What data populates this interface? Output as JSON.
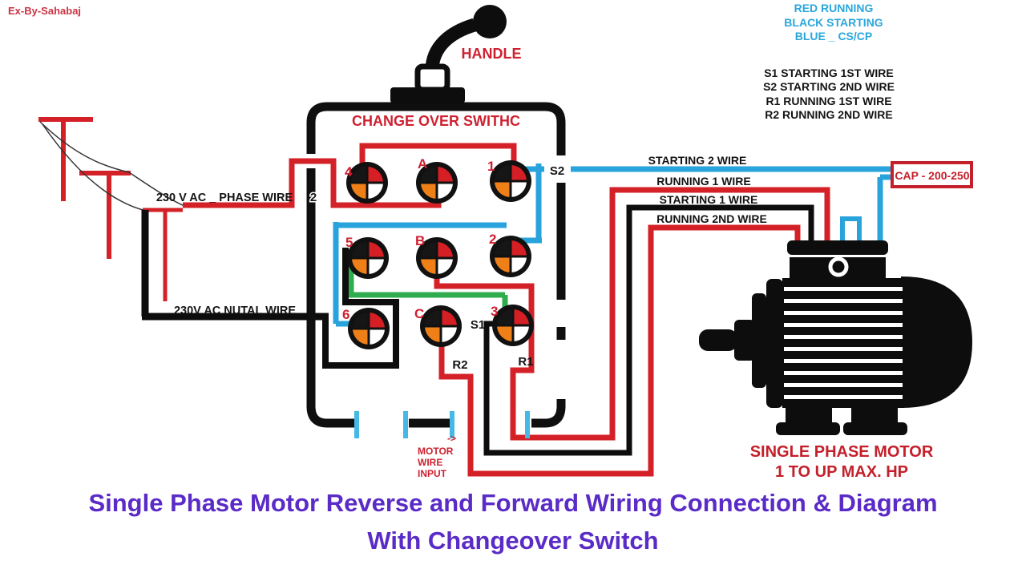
{
  "watermark": "Ex-By-Sahabaj",
  "color_legend": [
    "RED RUNNING",
    "BLACK STARTING",
    "BLUE _ CS/CP"
  ],
  "wire_legend": [
    "S1 STARTING 1ST WIRE",
    "S2 STARTING 2ND WIRE",
    "R1 RUNNING 1ST WIRE",
    "R2 RUNNING 2ND WIRE"
  ],
  "switch": {
    "handle_label": "HANDLE",
    "name": "CHANGE OVER SWITHC",
    "terminals": [
      "4",
      "A",
      "1",
      "5",
      "B",
      "2",
      "6",
      "C",
      "3"
    ],
    "border_digit": "2",
    "tags": {
      "s2": "S2",
      "s1": "S1",
      "r1": "R1",
      "r2": "R2"
    },
    "motor_wire_input": {
      "line1": "MOTOR",
      "line2": "WIRE",
      "line3": "INPUT",
      "arrow": "->"
    }
  },
  "supply": {
    "phase": "230 V AC _ PHASE WIRE",
    "neutral": "230V AC NUTAL WIRE"
  },
  "wire_labels": {
    "starting2": "STARTING 2 WIRE",
    "running1": "RUNNING 1 WIRE",
    "starting1": "STARTING 1 WIRE",
    "running2nd": "RUNNING 2ND WIRE"
  },
  "capacitor": {
    "label": "CAP - 200-250"
  },
  "motor": {
    "name": "SINGLE PHASE MOTOR",
    "rating": "1 TO UP MAX. HP"
  },
  "title": {
    "line1": "Single Phase Motor Reverse and Forward Wiring Connection & Diagram",
    "line2": "With Changeover Switch"
  },
  "colors": {
    "wire_red": "#d42027",
    "wire_black": "#0d0d0d",
    "wire_blue": "#29a3dc",
    "tick_cyan": "#45b8e6",
    "wire_green": "#2fac4e",
    "label_red": "#cf2030",
    "legend_blue": "#2aa7dc",
    "title_purple": "#5a2bc6"
  }
}
